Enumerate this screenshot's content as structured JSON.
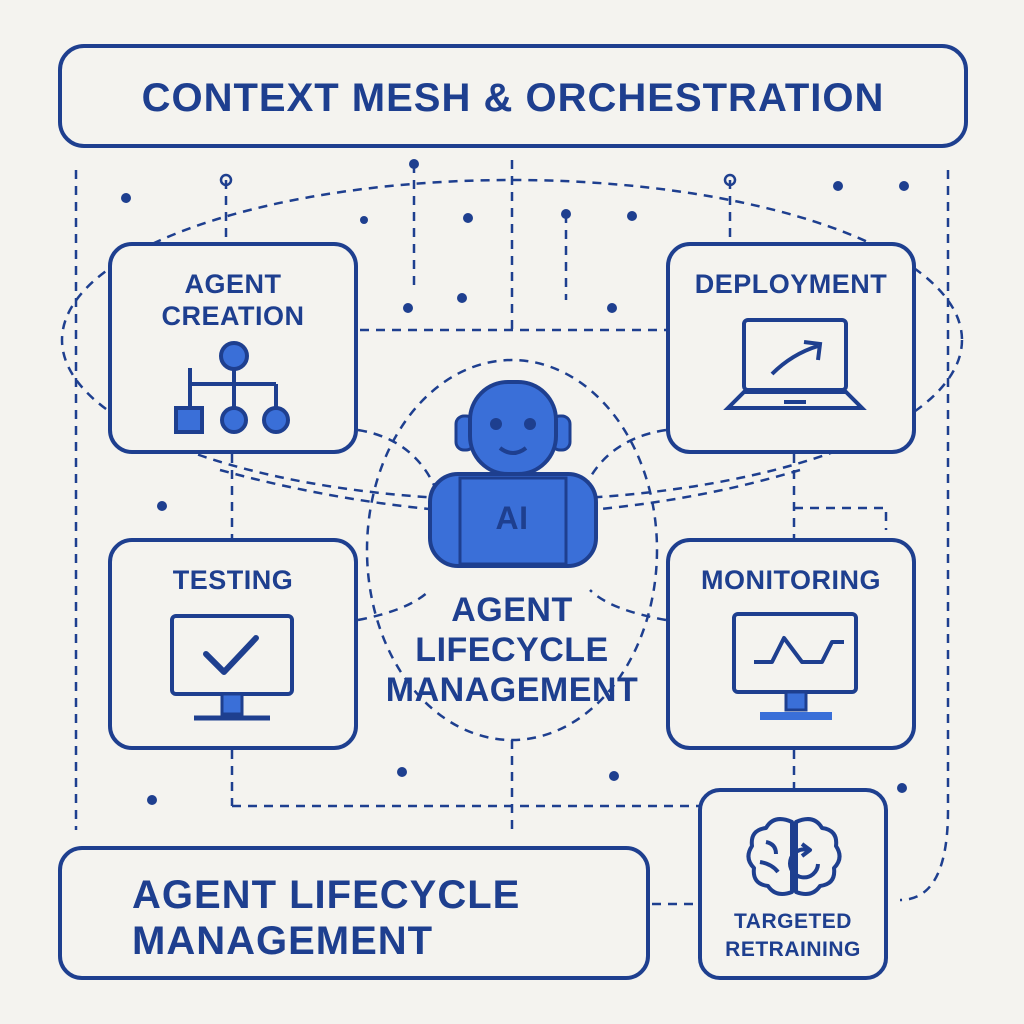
{
  "header": {
    "title": "CONTEXT MESH & ORCHESTRATION"
  },
  "cards": {
    "creation": {
      "title": "AGENT\nCREATION",
      "icon": "hierarchy-icon"
    },
    "deployment": {
      "title": "DEPLOYMENT",
      "icon": "laptop-arrow-icon"
    },
    "testing": {
      "title": "TESTING",
      "icon": "monitor-check-icon"
    },
    "monitoring": {
      "title": "MONITORING",
      "icon": "monitor-pulse-icon"
    },
    "retraining": {
      "title": "TARGETED\nRETRAINING",
      "icon": "brain-refresh-icon"
    }
  },
  "center": {
    "robot_badge": "AI",
    "label": "AGENT\nLIFECYCLE\nMANAGEMENT",
    "icon": "robot-icon"
  },
  "footer": {
    "title": "AGENT LIFECYCLE\nMANAGEMENT"
  },
  "colors": {
    "primary": "#1e3f8f",
    "accent": "#3a6fd8",
    "background": "#f4f3ef"
  }
}
